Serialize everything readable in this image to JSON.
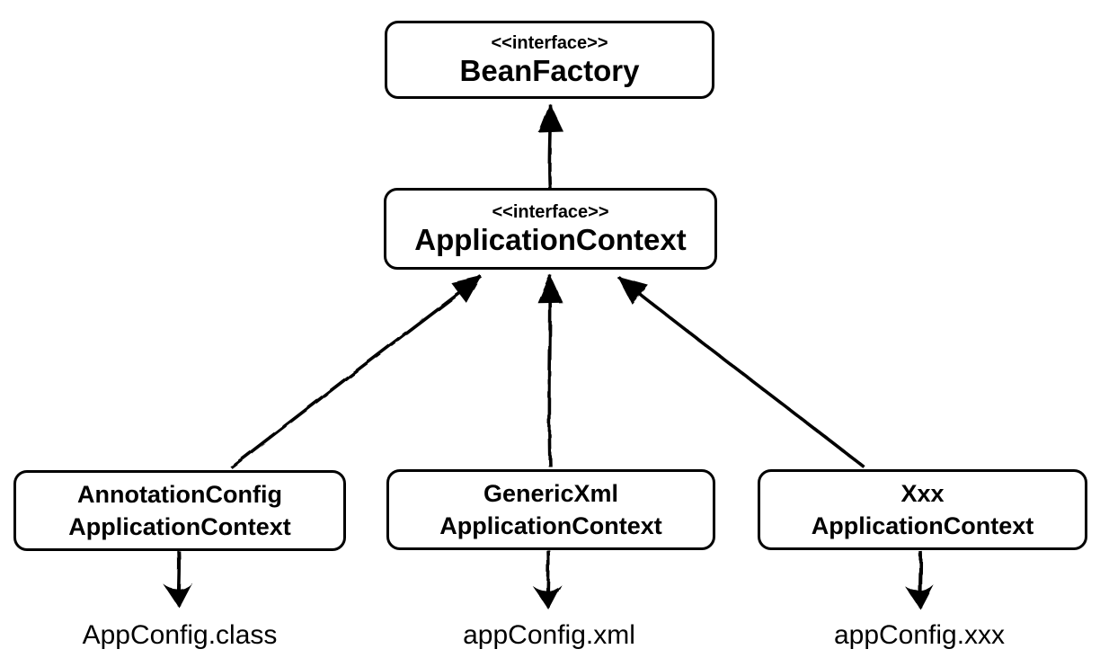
{
  "colors": {
    "ink": "#000000",
    "background": "#ffffff"
  },
  "diagram": {
    "type": "uml-class-diagram",
    "nodes": {
      "beanFactory": {
        "stereotype": "<<interface>>",
        "name": "BeanFactory"
      },
      "applicationContext": {
        "stereotype": "<<interface>>",
        "name": "ApplicationContext"
      },
      "annotationConfigApplicationContext": {
        "line1": "AnnotationConfig",
        "line2": "ApplicationContext"
      },
      "genericXmlApplicationContext": {
        "line1": "GenericXml",
        "line2": "ApplicationContext"
      },
      "xxxApplicationContext": {
        "line1": "Xxx",
        "line2": "ApplicationContext"
      }
    },
    "artifacts": {
      "left": "AppConfig.class",
      "middle": "appConfig.xml",
      "right": "appConfig.xxx"
    },
    "edges": [
      {
        "from": "ApplicationContext",
        "to": "BeanFactory",
        "direction": "up",
        "head": "filled-triangle"
      },
      {
        "from": "AnnotationConfigApplicationContext",
        "to": "ApplicationContext",
        "direction": "up",
        "head": "filled-triangle"
      },
      {
        "from": "GenericXmlApplicationContext",
        "to": "ApplicationContext",
        "direction": "up",
        "head": "filled-triangle"
      },
      {
        "from": "XxxApplicationContext",
        "to": "ApplicationContext",
        "direction": "up",
        "head": "filled-triangle"
      },
      {
        "from": "AnnotationConfigApplicationContext",
        "to": "AppConfig.class",
        "direction": "down",
        "head": "barbed"
      },
      {
        "from": "GenericXmlApplicationContext",
        "to": "appConfig.xml",
        "direction": "down",
        "head": "barbed"
      },
      {
        "from": "XxxApplicationContext",
        "to": "appConfig.xxx",
        "direction": "down",
        "head": "barbed"
      }
    ]
  }
}
